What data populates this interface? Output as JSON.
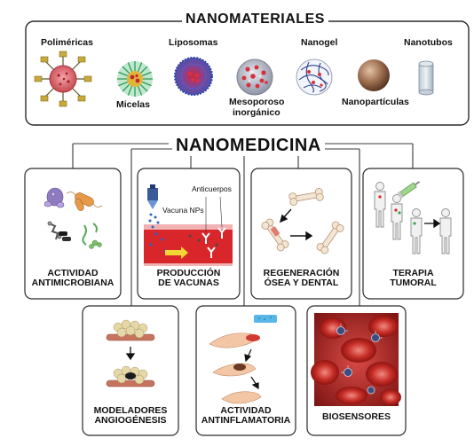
{
  "nanomateriales": {
    "title": "NANOMATERIALES",
    "items": [
      {
        "label": "Poliméricas"
      },
      {
        "label": "Micelas"
      },
      {
        "label": "Liposomas"
      },
      {
        "label": "Mesoporoso",
        "label2": "inorgánico"
      },
      {
        "label": "Nanogel"
      },
      {
        "label": "Nanopartículas"
      },
      {
        "label": "Nanotubos"
      }
    ]
  },
  "nanomedicina": {
    "title": "NANOMEDICINA",
    "cards": [
      {
        "line1": "ACTIVIDAD",
        "line2": "ANTIMICROBIANA"
      },
      {
        "line1": "PRODUCCIÓN",
        "line2": "DE VACUNAS",
        "tag1": "Vacuna NPs",
        "tag2": "Anticuerpos"
      },
      {
        "line1": "REGENERACIÓN",
        "line2": "ÓSEA Y DENTAL"
      },
      {
        "line1": "TERAPIA",
        "line2": "TUMORAL"
      },
      {
        "line1": "MODELADORES",
        "line2": "ANGIOGÉNESIS"
      },
      {
        "line1": "ACTIVIDAD",
        "line2": "ANTINFLAMATORIA"
      },
      {
        "line1": "BIOSENSORES",
        "line2": ""
      }
    ]
  }
}
